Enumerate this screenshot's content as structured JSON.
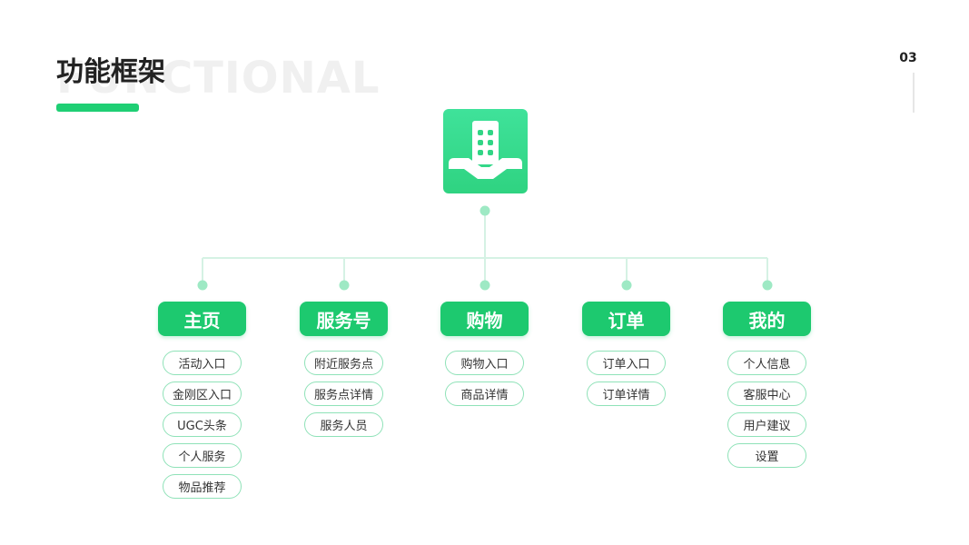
{
  "header": {
    "title": "功能框架",
    "background_word": "FUNCTIONAL",
    "page_number": "03"
  },
  "colors": {
    "accent": "#1dc96f",
    "accent_light": "#3fe29a",
    "connector": "#d5f2e4",
    "node_dot": "#9ee9c4",
    "item_border": "#8fe2b8"
  },
  "root": {
    "icon": "building-app-icon"
  },
  "categories": [
    {
      "label": "主页",
      "items": [
        "活动入口",
        "金刚区入口",
        "UGC头条",
        "个人服务",
        "物品推荐"
      ]
    },
    {
      "label": "服务号",
      "items": [
        "附近服务点",
        "服务点详情",
        "服务人员"
      ]
    },
    {
      "label": "购物",
      "items": [
        "购物入口",
        "商品详情"
      ]
    },
    {
      "label": "订单",
      "items": [
        "订单入口",
        "订单详情"
      ]
    },
    {
      "label": "我的",
      "items": [
        "个人信息",
        "客服中心",
        "用户建议",
        "设置"
      ]
    }
  ]
}
